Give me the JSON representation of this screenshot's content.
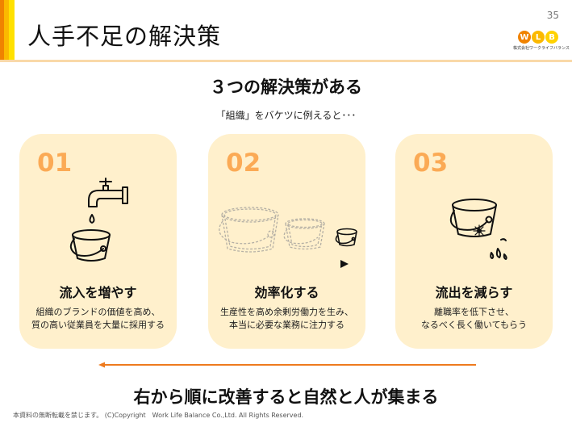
{
  "header": {
    "title": "人手不足の解決策",
    "page_number": "35",
    "logo": {
      "letters": [
        "W",
        "L",
        "B"
      ],
      "colors": [
        "#f08300",
        "#fbb900",
        "#ffd200"
      ],
      "company": "株式会社ワークライフバランス"
    }
  },
  "main": {
    "subtitle": "３つの解決策がある",
    "lead": "「組織」をバケツに例えると･･･",
    "cards": [
      {
        "number": "01",
        "icon": "faucet-filling-bucket-icon",
        "title": "流入を増やす",
        "desc_line1": "組織のブランドの価値を高め、",
        "desc_line2": "質の高い従業員を大量に採用する"
      },
      {
        "number": "02",
        "icon": "shrinking-buckets-arrow-icon",
        "title": "効率化する",
        "desc_line1": "生産性を高め余剰労働力を生み、",
        "desc_line2": "本当に必要な業務に注力する"
      },
      {
        "number": "03",
        "icon": "leaking-bucket-icon",
        "title": "流出を減らす",
        "desc_line1": "離職率を低下させ、",
        "desc_line2": "なるべく長く働いてもらう"
      }
    ],
    "conclusion": "右から順に改善すると自然と人が集まる"
  },
  "footer": {
    "text": "本資料の無断転載を禁じます。 (C)Copyright　Work Life Balance Co.,Ltd. All Rights Reserved."
  },
  "colors": {
    "accent_orange": "#f08300",
    "accent_amber": "#fbb900",
    "accent_yellow": "#ffe100",
    "card_bg": "#fff0cc",
    "card_number": "#fbaa55",
    "arrow_orange": "#ee7a1e"
  }
}
